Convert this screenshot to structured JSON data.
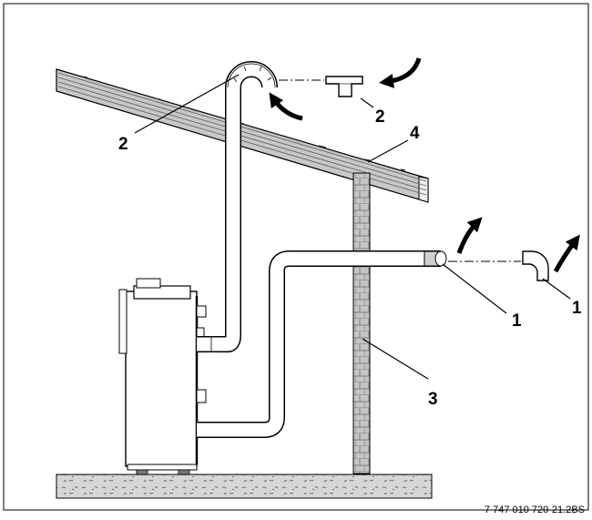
{
  "figure": {
    "callouts": {
      "c1_outlet": "1",
      "c1_elbow": "1",
      "c2_roof": "2",
      "c2_tee": "2",
      "c3_wall": "3",
      "c4_roof": "4"
    },
    "reference_code": "7 747 010 720-21.2BS"
  },
  "colors": {
    "line": "#000000",
    "duct_fill": "#ffffff",
    "ground_fill": "#d0d0d0",
    "wall_fill": "#bdbdbd",
    "roof_fill": "#c6c6c6",
    "arrow": "#000000"
  }
}
